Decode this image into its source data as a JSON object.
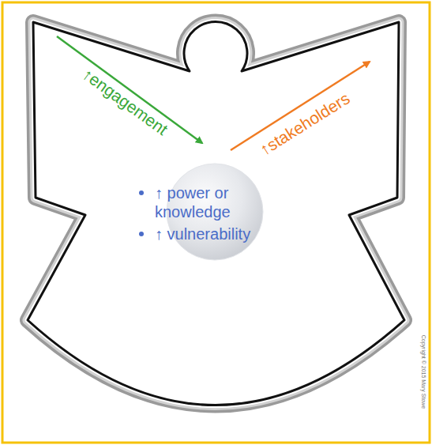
{
  "diagram": {
    "nodes": [
      {
        "text": [
          "↑ power or knowledge",
          "↑ vulnerability"
        ]
      }
    ],
    "labels": [
      "↑engagement",
      "↑stakeholders",
      "Copyright © 2015 Mary Stowe"
    ]
  }
}
